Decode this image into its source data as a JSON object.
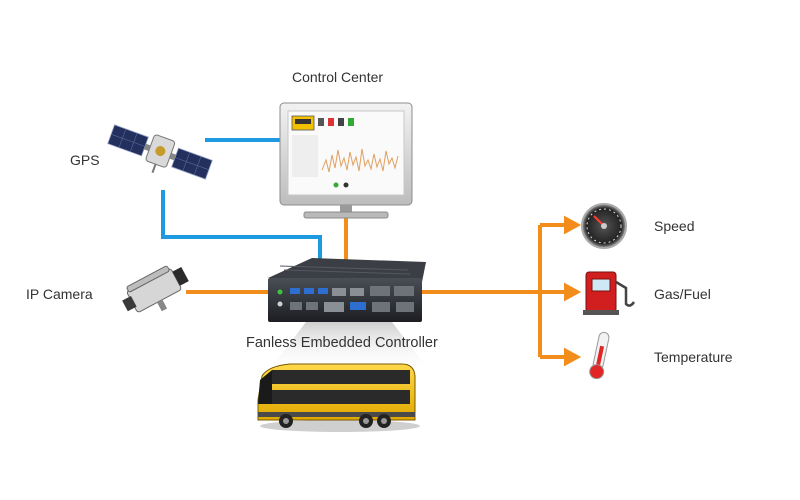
{
  "labels": {
    "control_center": "Control Center",
    "gps": "GPS",
    "ip_camera": "IP Camera",
    "controller": "Fanless Embedded Controller",
    "speed": "Speed",
    "gas_fuel": "Gas/Fuel",
    "temperature": "Temperature"
  },
  "colors": {
    "blue_link": "#1e9be0",
    "orange_link": "#f28c1a",
    "bus_yellow": "#f6c400",
    "device_dark": "#2b2e33"
  },
  "icons": [
    "satellite-icon",
    "monitor-icon",
    "ip-camera-icon",
    "embedded-controller-icon",
    "bus-icon",
    "speedometer-icon",
    "fuel-pump-icon",
    "thermometer-icon"
  ]
}
